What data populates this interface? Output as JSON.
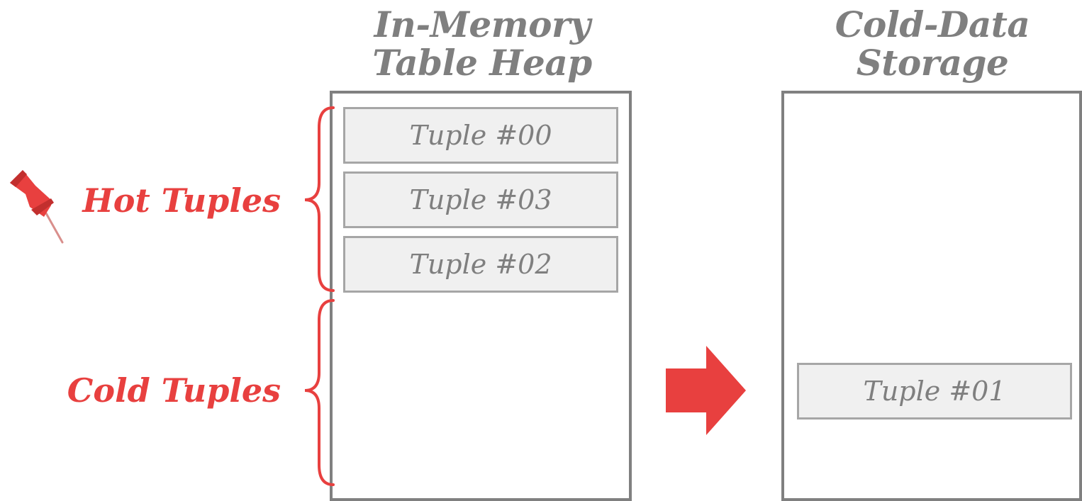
{
  "heap": {
    "title_line1": "In-Memory",
    "title_line2": "Table Heap",
    "tuples": [
      "Tuple #00",
      "Tuple #03",
      "Tuple #02"
    ]
  },
  "cold_storage": {
    "title_line1": "Cold-Data",
    "title_line2": "Storage",
    "tuples": [
      "Tuple #01"
    ]
  },
  "labels": {
    "hot": "Hot Tuples",
    "cold": "Cold Tuples"
  },
  "colors": {
    "accent": "#e8403f",
    "border": "#808080",
    "tuple_fill": "#f0f0f0",
    "text_gray": "#7f7f7f"
  },
  "icons": [
    "pushpin-icon",
    "arrow-right-icon",
    "curly-brace-icon"
  ]
}
